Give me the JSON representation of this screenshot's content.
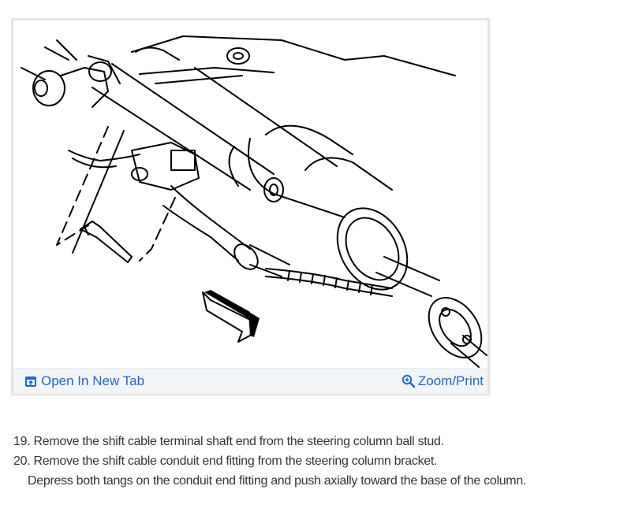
{
  "figure": {
    "image_alt": "Steering column assembly line drawing showing shift cable terminal and conduit end fitting removal",
    "image_icon": "technical-diagram-steering-column",
    "toolbar": {
      "open_in_new_tab": {
        "label": "Open In New Tab",
        "icon": "open-new-tab-icon"
      },
      "zoom_print": {
        "label": "Zoom/Print",
        "icon": "zoom-in-icon"
      }
    },
    "colors": {
      "link": "#2567b8",
      "toolbar_bg": "#f1f4f9",
      "frame_border": "#e4e4e4"
    }
  },
  "steps": [
    {
      "number": "19.",
      "text": "19. Remove the shift cable terminal shaft end from the steering column ball stud."
    },
    {
      "number": "20.",
      "text": "20. Remove the shift cable conduit end fitting from the steering column bracket."
    },
    {
      "number": "",
      "text": "Depress both tangs on the conduit end fitting and push axially toward the base of the column."
    }
  ]
}
